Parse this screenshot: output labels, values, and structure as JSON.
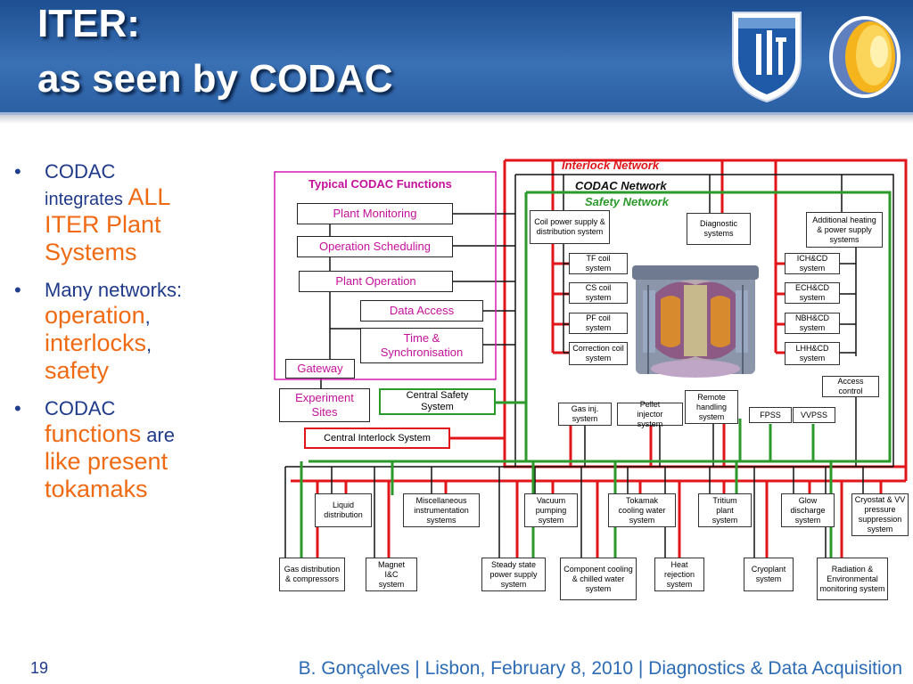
{
  "header": {
    "title_line1": "ITER:",
    "title_line2": "as seen by CODAC"
  },
  "bullets": {
    "b1": {
      "part1": "CODAC",
      "part2": "integrates ",
      "part3": "ALL",
      "part4": "ITER Plant Systems"
    },
    "b2": {
      "part1": "Many networks:",
      "part2": "operation",
      "sep1": ",",
      "part3": "interlocks",
      "sep2": ",",
      "part4": "safety"
    },
    "b3": {
      "part1": "CODAC",
      "part2": "functions",
      "part3": " are",
      "part4": "like present tokamaks"
    }
  },
  "diagram": {
    "interlock_network": "Interlock Network",
    "codac_network": "CODAC Network",
    "safety_network": "Safety Network",
    "codac_functions_title": "Typical CODAC Functions",
    "functions": {
      "plant_monitoring": "Plant Monitoring",
      "operation_scheduling": "Operation Scheduling",
      "plant_operation": "Plant Operation",
      "data_access": "Data Access",
      "time_sync": "Time & Synchronisation",
      "gateway": "Gateway",
      "experiment_sites": "Experiment Sites"
    },
    "central_safety": "Central Safety System",
    "central_interlock": "Central Interlock System",
    "systems": {
      "coil_power": "Coil power supply & distribution system",
      "diagnostic": "Diagnostic systems",
      "additional_heating": "Additional heating & power supply systems",
      "tf_coil": "TF coil system",
      "cs_coil": "CS coil system",
      "pf_coil": "PF coil system",
      "correction_coil": "Correction coil system",
      "ichcd": "ICH&CD system",
      "echcd": "ECH&CD system",
      "nbhcd": "NBH&CD system",
      "lhhcd": "LHH&CD system",
      "access_control": "Access control",
      "remote_handling": "Remote handling system",
      "gas_inj": "Gas inj. system",
      "pellet_injector": "Pellet injector system",
      "fpss": "FPSS",
      "vvpss": "VVPSS",
      "liquid_distribution": "Liquid distribution",
      "misc_instrumentation": "Miscellaneous instrumentation systems",
      "vacuum_pumping": "Vacuum pumping system",
      "tokamak_cooling": "Tokamak cooling water system",
      "tritium_plant": "Tritium plant system",
      "glow_discharge": "Glow discharge system",
      "cryostat_vv": "Cryostat & VV pressure suppression system",
      "gas_distribution": "Gas distribution & compressors",
      "magnet_ic": "Magnet I&C system",
      "steady_state_power": "Steady state power supply system",
      "component_cooling": "Component cooling & chilled water system",
      "heat_rejection": "Heat rejection system",
      "cryoplant": "Cryoplant system",
      "radiation_monitoring": "Radiation & Environmental monitoring system"
    }
  },
  "footer": {
    "slide_number": "19",
    "text": "B. Gonçalves | Lisbon, February 8, 2010 | Diagnostics & Data Acquisition"
  },
  "colors": {
    "header_blue": "#2a5fa3",
    "interlock_red": "#e0161b",
    "safety_green": "#2b9a2b",
    "codac_black": "#111111",
    "function_magenta": "#c4109a",
    "bullet_orange": "#ef6a13"
  }
}
